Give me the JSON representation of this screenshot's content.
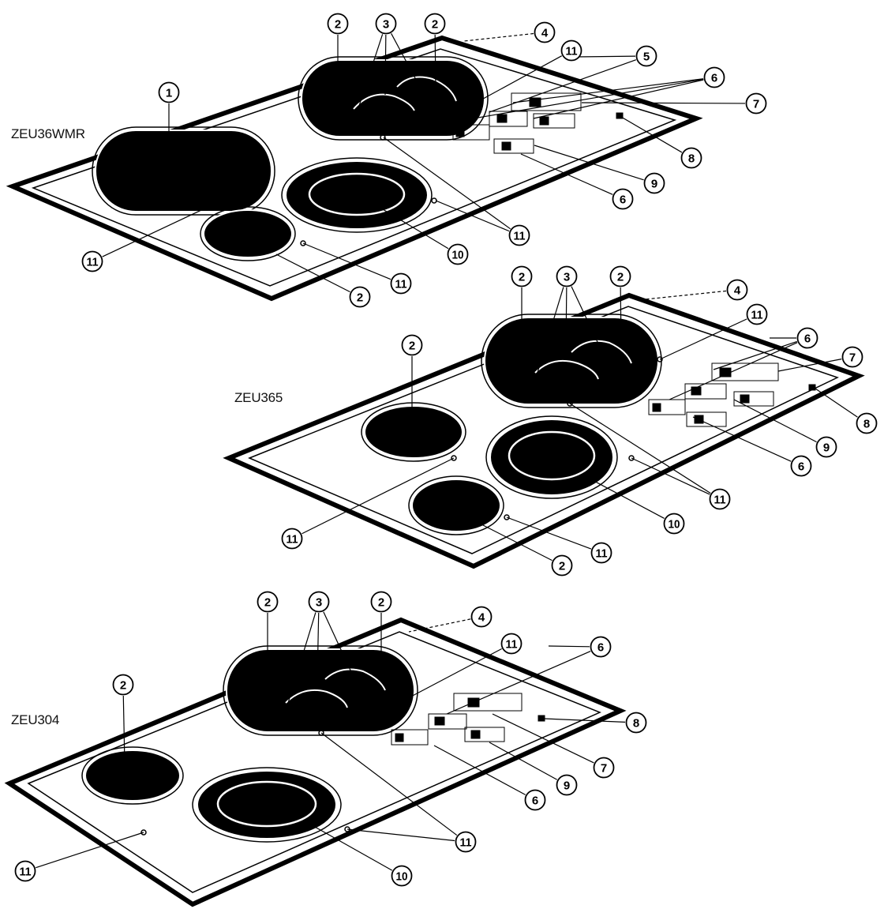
{
  "models": [
    {
      "label": "ZEU36WMR"
    },
    {
      "label": "ZEU365"
    },
    {
      "label": "ZEU304"
    }
  ],
  "callouts": [
    "1",
    "2",
    "3",
    "4",
    "5",
    "6",
    "7",
    "8",
    "9",
    "10",
    "11"
  ],
  "colors": {
    "ink": "#000000",
    "paper": "#ffffff"
  }
}
